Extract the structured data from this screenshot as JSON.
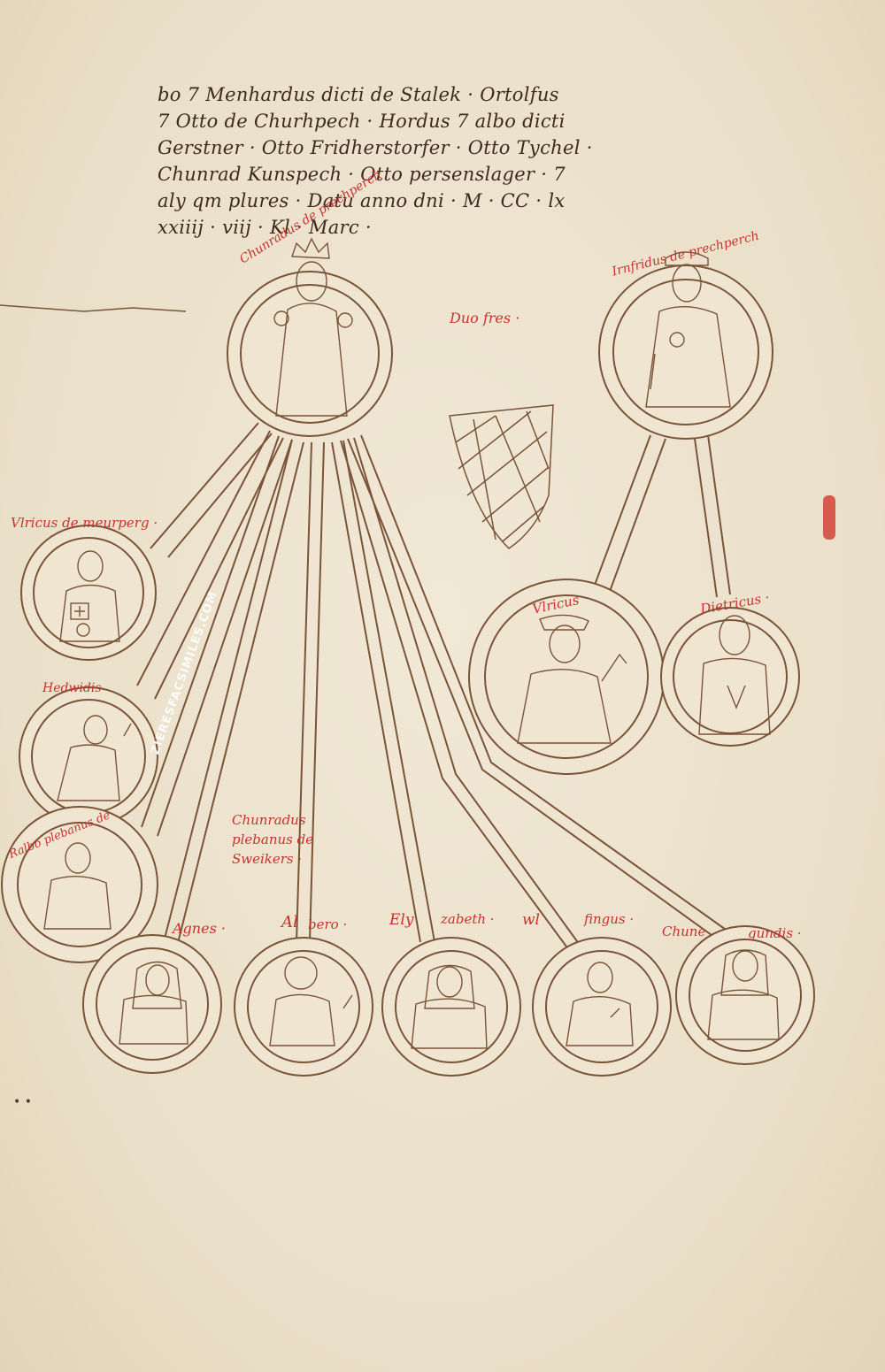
{
  "header_lines": [
    "bo 7 Menhardus dicti de Stalek · Ortolfus",
    "7 Otto de Churhpech · Hordus 7 albo dicti",
    "Gerstner · Otto Fridherstorfer · Otto Tychel ·",
    "Chunrad Kunspech · Otto persenslager · 7",
    "aly qm plures · Datu anno dni · M · CC · lx",
    "xxiiij · viij · Kl · Marc ·"
  ],
  "labels": {
    "chunradus": "Chunradus de prechperch",
    "irnfridus": "Irnfridus de prechperch",
    "duo_fres": "Duo fres ·",
    "vlricus_meurperg": "Vlricus de meurperg ·",
    "hedwidis": "Hedwidis",
    "ralbo": "Ralbo plebanus de",
    "chunradus_plebanus_1": "Chunradus",
    "chunradus_plebanus_2": "plebanus de",
    "chunradus_plebanus_3": "Sweikers ·",
    "agnes": "Agnes ·",
    "albero_1": "Al",
    "albero_2": "bero ·",
    "elyzabeth_1": "Ely",
    "elyzabeth_2": "zabeth ·",
    "wlfingus_1": "wl",
    "wlfingus_2": "fingus ·",
    "chunegundis_1": "Chune",
    "chunegundis_2": "gundis ·",
    "vlricus": "Vlricus",
    "dietricus": "Dietricus ·"
  },
  "watermark": "ZIERESFACSIMILES.COM",
  "colors": {
    "parchment": "#ece1cc",
    "ink": "#7a5438",
    "rubric": "#c8322e",
    "text": "#3d2a1c"
  }
}
